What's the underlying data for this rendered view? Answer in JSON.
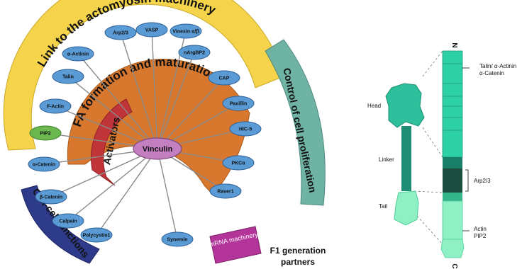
{
  "center": {
    "label": "Vinculin",
    "color": "#c47fc0"
  },
  "arcs": {
    "actomyosin": "Link to the actomyosin machinery",
    "fa": "FA formation and maturation",
    "activators": "Activators",
    "proliferation": "Control of cell proliferation",
    "junctions": "Cell-cell junctions",
    "mrna": "mRNA machinery"
  },
  "partners": [
    {
      "label": "Arp2/3"
    },
    {
      "label": "VASP"
    },
    {
      "label": "Vinexin α/β"
    },
    {
      "label": "α-Actinin"
    },
    {
      "label": "nArgBP2"
    },
    {
      "label": "Talin"
    },
    {
      "label": "CAP"
    },
    {
      "label": "F-Actin"
    },
    {
      "label": "Paxillin"
    },
    {
      "label": "PIP2"
    },
    {
      "label": "HIC-5"
    },
    {
      "label": "α-Catenin"
    },
    {
      "label": "PKCα"
    },
    {
      "label": "β-Catenin"
    },
    {
      "label": "Raver1"
    },
    {
      "label": "Calpain"
    },
    {
      "label": "Polycystin1"
    },
    {
      "label": "Synemin"
    }
  ],
  "footer": {
    "line1": "F1 generation",
    "line2": "partners"
  },
  "structure": {
    "head": "Head",
    "linker": "Linker",
    "tail": "Tail",
    "n_term": "N",
    "c_term": "C",
    "labels": {
      "talin": "Talin/ α-Actinin",
      "catenin": "α-Catenin",
      "arp": "Arp2/3",
      "actin": "Actin",
      "pip2": "PIP2"
    }
  },
  "colors": {
    "node_fill": "#5b9bd5",
    "pip2_fill": "#6bb84f",
    "yellow_arc": "#f5d34a",
    "orange_arc": "#d8782e",
    "red_arc": "#c0353a",
    "teal_arc": "#6fb3a4",
    "navy_arc": "#2e3a8a",
    "magenta_box": "#b3359a",
    "head": "#2dbf9c",
    "linker": "#1f8c74",
    "tail": "#8ef0c4"
  }
}
